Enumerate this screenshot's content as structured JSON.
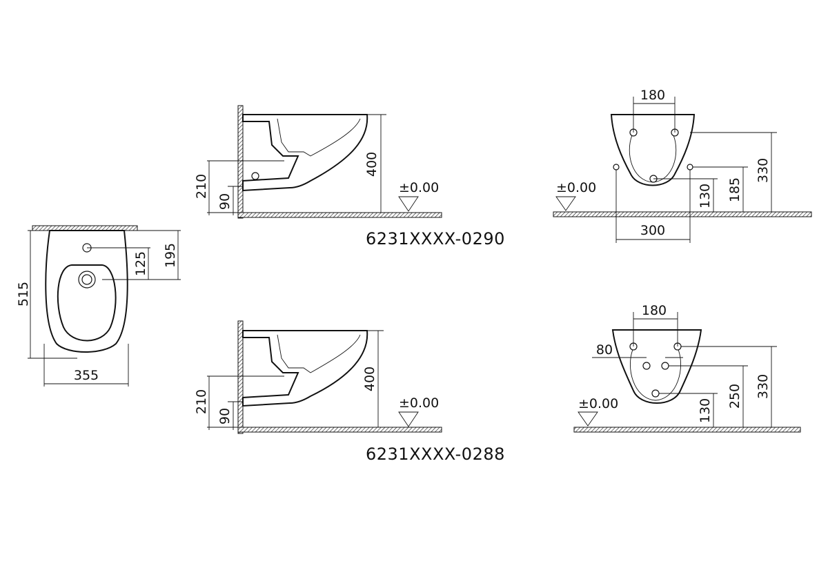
{
  "front_view": {
    "width": "355",
    "depth": "515",
    "dim_195": "195",
    "dim_125": "125"
  },
  "side_view_top": {
    "h_400": "400",
    "h_210": "210",
    "h_90": "90",
    "level": "±0.00",
    "code": "6231XXXX-0290"
  },
  "side_view_bottom": {
    "h_400": "400",
    "h_210": "210",
    "h_90": "90",
    "level": "±0.00",
    "code": "6231XXXX-0288"
  },
  "back_view_top": {
    "d_180": "180",
    "d_300": "300",
    "h_330": "330",
    "h_185": "185",
    "h_130": "130",
    "level": "±0.00"
  },
  "back_view_bottom": {
    "d_180": "180",
    "d_80": "80",
    "h_330": "330",
    "h_250": "250",
    "h_130": "130",
    "level": "±0.00"
  }
}
